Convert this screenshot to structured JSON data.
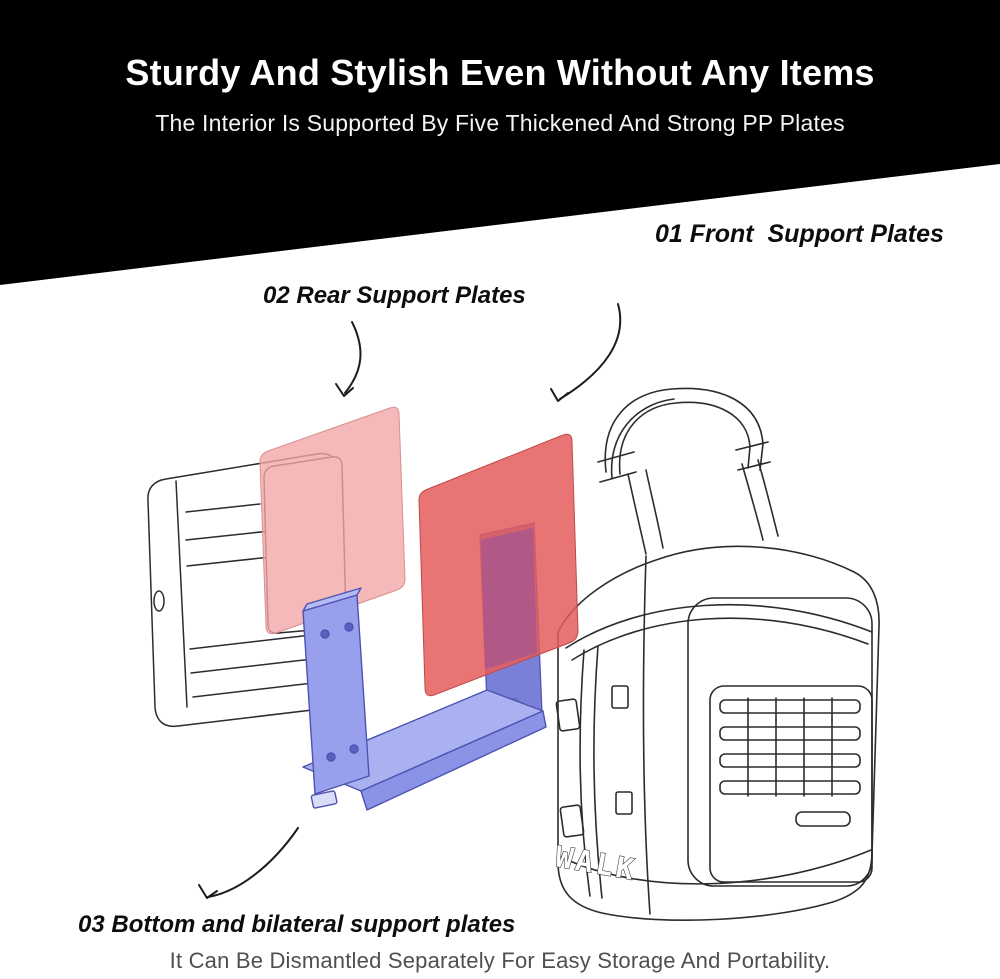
{
  "header": {
    "title": "Sturdy And Stylish Even Without Any Items",
    "subtitle": "The Interior Is Supported By Five Thickened And Strong PP Plates",
    "bg_color": "#000000",
    "text_color": "#ffffff"
  },
  "callouts": {
    "front": "01 Front  Support Plates",
    "rear": "02 Rear Support Plates",
    "bottom": "03 Bottom and bilateral support plates"
  },
  "footer": {
    "caption": "It Can Be Dismantled Separately For Easy Storage And Portability.",
    "text_color": "#4f4f4f"
  },
  "illustration": {
    "bag_text": "WALK",
    "colors": {
      "rear_plate": "#f3a8a8",
      "front_plate": "#e45c5c",
      "bottom_plate": "#98a0ee",
      "bottom_plate_edge": "#8b93e6",
      "bottom_plate_top": "#aab1f1",
      "overlap_shade": "#8d4f9e",
      "sketch_stroke": "#2c2c2c"
    }
  }
}
